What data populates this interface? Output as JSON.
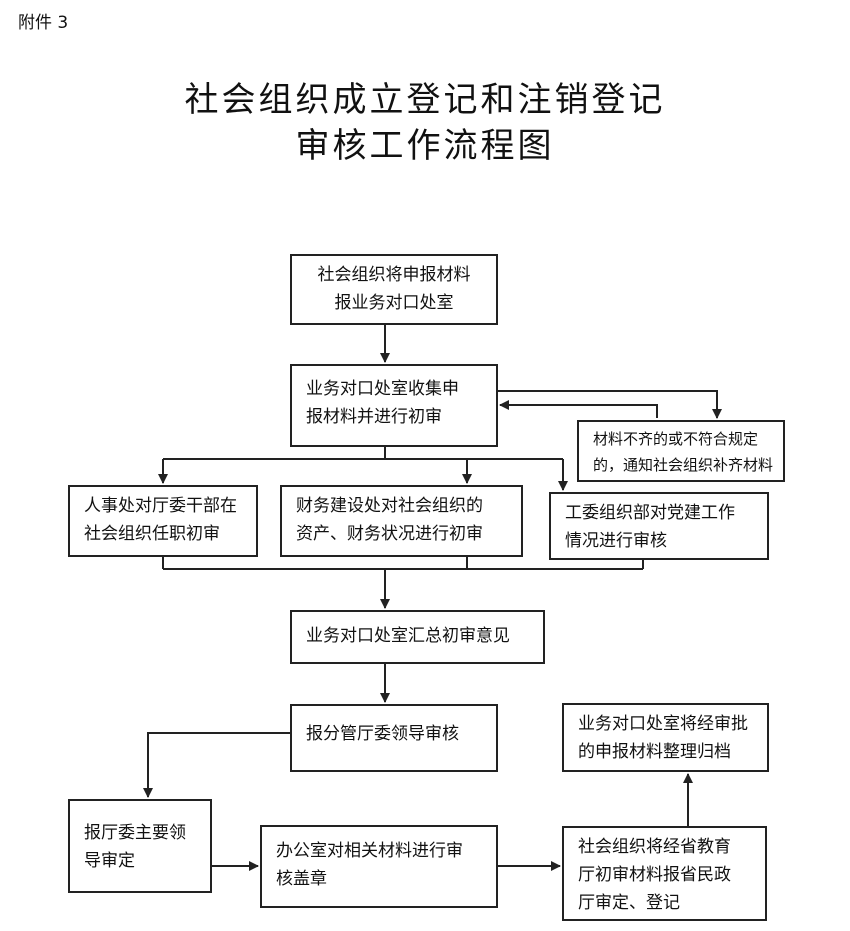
{
  "header": {
    "attachment": "附件 3",
    "title_line1": "社会组织成立登记和注销登记",
    "title_line2": "审核工作流程图"
  },
  "nodes": {
    "submit": [
      "社会组织将申报材料",
      "报业务对口处室"
    ],
    "collect": [
      "业务对口处室收集申",
      "报材料并进行初审"
    ],
    "incomplete": [
      "材料不齐的或不符合规定",
      "的，通知社会组织补齐材料"
    ],
    "personnel": [
      "人事处对厅委干部在",
      "社会组织任职初审"
    ],
    "finance": [
      "财务建设处对社会组织的",
      "资产、财务状况进行初审"
    ],
    "party": [
      "工委组织部对党建工作",
      "情况进行审核"
    ],
    "summary": [
      "业务对口处室汇总初审意见"
    ],
    "leader": [
      "报分管厅委领导审核"
    ],
    "chief": [
      "报厅委主要领",
      "导审定"
    ],
    "office": [
      "办公室对相关材料进行审",
      "核盖章"
    ],
    "report": [
      "社会组织将经省教育",
      "厅初审材料报省民政",
      "厅审定、登记"
    ],
    "archive": [
      "业务对口处室将经审批",
      "的申报材料整理归档"
    ]
  }
}
